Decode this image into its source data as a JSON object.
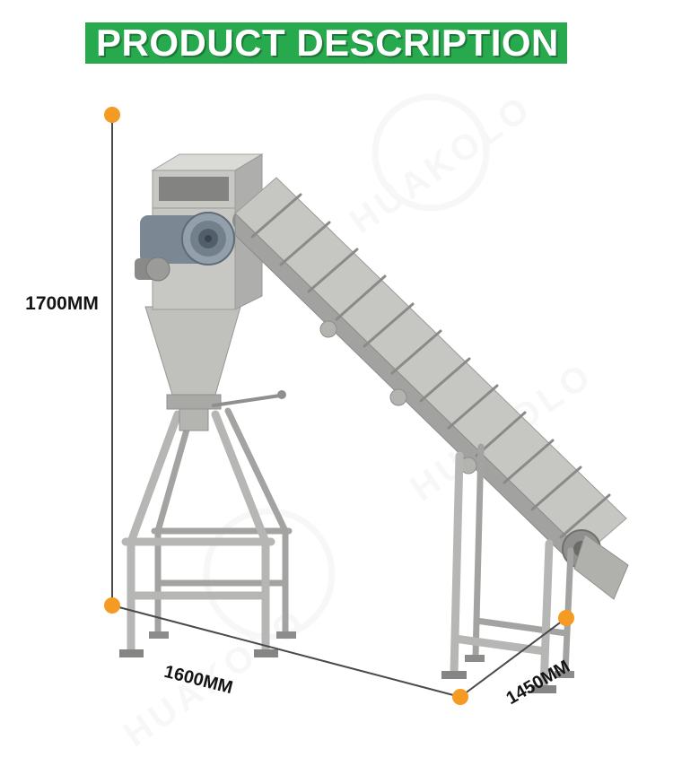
{
  "header": {
    "title": "PRODUCT DESCRIPTION"
  },
  "figure": {
    "machine_alt": "inclined cleated belt conveyor with feeding hopper on support stands",
    "dimensions": {
      "height_label": "1700MM",
      "length_label": "1600MM",
      "width_label": "1450MM"
    }
  },
  "watermark": {
    "text": "HUAKOLO"
  },
  "colors": {
    "banner_green": "#27A94E",
    "marker_orange": "#F59A23",
    "dimension_line": "#4A4A4A",
    "title_text": "#FFFFFF"
  }
}
